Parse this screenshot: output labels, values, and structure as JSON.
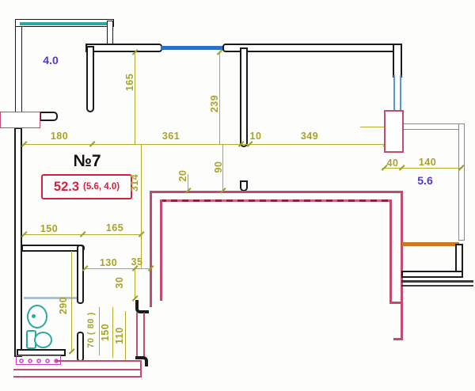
{
  "plan": {
    "type": "apartment floor plan",
    "labels": {
      "balcony_top_left_area": "4.0",
      "apartment_number": "№7",
      "total_area": "52.3",
      "area_breakdown": "(5.6, 4.0)",
      "balcony_right_area": "5.6"
    },
    "dims": {
      "top_180": "180",
      "top_361": "361",
      "top_10": "10",
      "top_349": "349",
      "right_40": "40",
      "right_140": "140",
      "v_165": "165",
      "v_239": "239",
      "v_90": "90",
      "v_314": "314",
      "v_20": "20",
      "mid_150": "150",
      "mid_165": "165",
      "low_130": "130",
      "low_35": "35",
      "low_30": "30",
      "low_290": "290",
      "low_70_80": "70 ( 80 )",
      "low_150": "150",
      "low_110": "110"
    },
    "icons": {
      "sink_icon": "bathroom sink",
      "toilet_icon": "toilet",
      "door_icon": "entrance door opening",
      "hatch_icon": "ventilation shaft hatch"
    },
    "colors": {
      "wall_black": "#1b1b1b",
      "wall_pink": "#c24b6e",
      "area_box_red": "#d5203f",
      "dim_olive": "#a9a327",
      "label_blue": "#4a3bd0",
      "fixture_teal": "#2ba8a0",
      "window_blue": "#2d6fc2",
      "window_light_blue": "#5c95cf",
      "rail_orange": "#cc7a22",
      "hatch_magenta": "#d944d9",
      "balcony_gray": "#8a8a8a"
    }
  }
}
